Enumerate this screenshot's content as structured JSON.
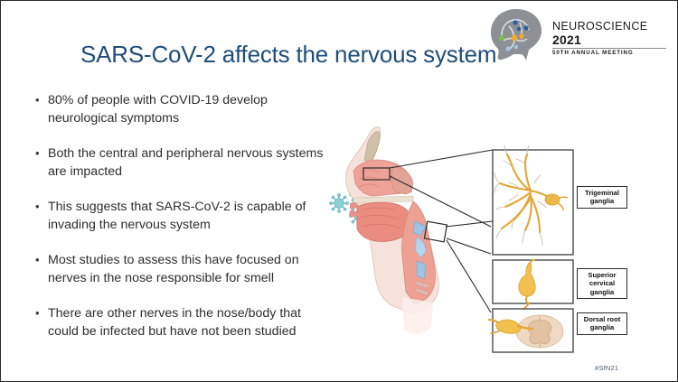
{
  "slide": {
    "title": "SARS-CoV-2 affects the nervous system",
    "title_color": "#1f4e79",
    "background_color": "#ffffff",
    "hashtag": "#SfN21"
  },
  "logo": {
    "name": "sfn-neuroscience-2021-logo",
    "line1": "NEUROSCIENCE",
    "line2": "2021",
    "line3": "50TH ANNUAL MEETING",
    "head_color": "#8d9094"
  },
  "bullets": [
    {
      "marker": "•",
      "text": "80% of people with COVID-19 develop neurological symptoms"
    },
    {
      "marker": "•",
      "text": "Both the central and peripheral nervous systems are impacted"
    },
    {
      "marker": "•",
      "text": "This suggests that SARS-CoV-2 is capable of invading the nervous system"
    },
    {
      "marker": "•",
      "text": "Most studies to assess this have focused on nerves in the nose responsible for smell"
    },
    {
      "marker": "•",
      "text": "There are other nerves in the nose/body that could be infected but have not been studied"
    }
  ],
  "figure": {
    "name": "head-sagittal-nasal-cavity-illustration",
    "virus_particles": 3,
    "virus_color": "#6ec6cf",
    "tissue_color": "#e8877f",
    "nerve_color": "#e8a735",
    "panels": [
      {
        "id": "trigeminal",
        "label": "Trigeminal ganglia",
        "content": "branching trigeminal nerve with ganglion"
      },
      {
        "id": "superior-cervical",
        "label": "Superior cervical ganglia",
        "content": "elongated spindle shaped ganglion"
      },
      {
        "id": "dorsal-root",
        "label": "Dorsal root ganglia",
        "content": "spinal cord cross-section with dorsal root ganglion"
      }
    ]
  }
}
